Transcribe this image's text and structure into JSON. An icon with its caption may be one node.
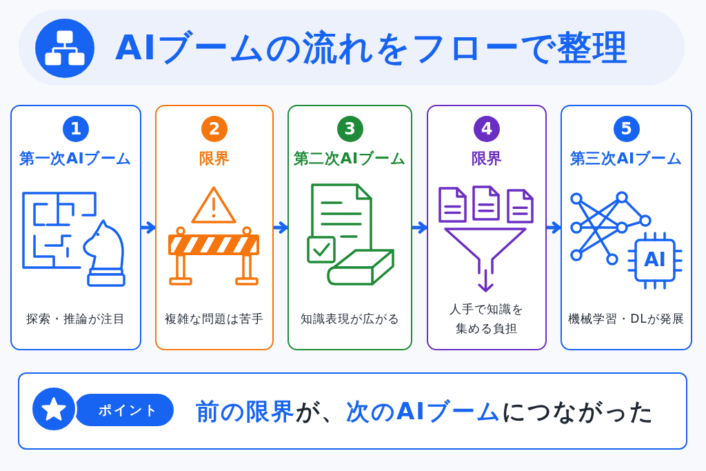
{
  "diagram": {
    "title": "AIブームの流れをフローで整理",
    "nodes": [
      {
        "text": [
          "1",
          "第一次AIブーム",
          "探索・推論が注目"
        ]
      },
      {
        "text": [
          "2",
          "限界",
          "複雑な問題は苦手"
        ]
      },
      {
        "text": [
          "3",
          "第二次AIブーム",
          "知識表現が広がる"
        ]
      },
      {
        "text": [
          "4",
          "限界",
          "人手で知識を集める負担"
        ]
      },
      {
        "text": [
          "5",
          "第三次AIブーム",
          "機械学習・DLが発展"
        ]
      },
      {
        "text": [
          "**前の限界**が、**次のAIブーム**につながった"
        ]
      },
      {
        "text": [
          "ポイント"
        ],
        "in": 5
      }
    ],
    "edges": [
      {
        "from": 0,
        "to": 1,
        "arrow": "to"
      },
      {
        "from": 1,
        "to": 2,
        "arrow": "to"
      },
      {
        "from": 2,
        "to": 3,
        "arrow": "to"
      },
      {
        "from": 3,
        "to": 4,
        "arrow": "to"
      }
    ],
    "labels": [
      "AI"
    ]
  }
}
